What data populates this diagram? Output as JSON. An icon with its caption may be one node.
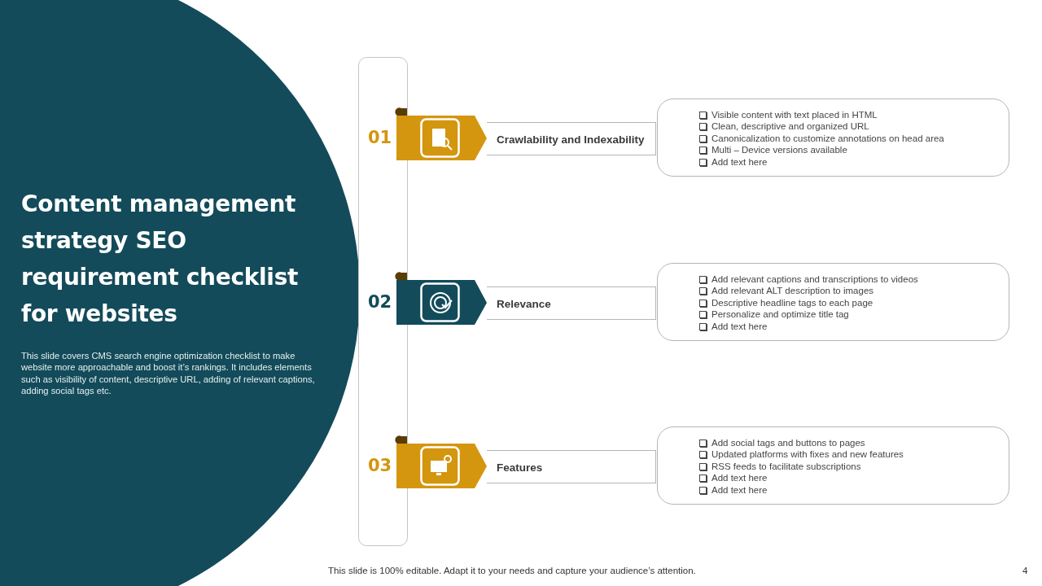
{
  "diagram": {
    "title": "Content management strategy SEO requirement checklist for websites",
    "nodes": [
      {
        "text": [
          "Crawlability and Indexability"
        ]
      },
      {
        "text": [
          "Visible content with text  placed in HTML",
          "Clean, descriptive and organized URL",
          "Canonicalization to customize annotations on head area",
          "Multi – Device versions available",
          "Add text here"
        ]
      },
      {
        "text": [
          "Relevance"
        ]
      },
      {
        "text": [
          "Add relevant captions and transcriptions to videos",
          "Add relevant ALT  description to images",
          "Descriptive headline tags to each page",
          "Personalize and optimize title tag",
          "Add text here"
        ]
      },
      {
        "text": [
          "Features"
        ]
      },
      {
        "text": [
          "Add social tags and buttons to pages",
          "Updated platforms with fixes and new features",
          "RSS feeds to facilitate subscriptions",
          "Add text here",
          "Add text here"
        ]
      }
    ],
    "labels": [
      "This slide covers CMS  search engine optimization checklist to make website more approachable and boost it’s rankings. It includes elements such as visibility of content, descriptive URL, adding of relevant captions, adding social tags etc.",
      "01",
      "02",
      "03",
      "This slide is 100% editable. Adapt it to your needs and capture your audience’s attention.",
      "4"
    ]
  }
}
